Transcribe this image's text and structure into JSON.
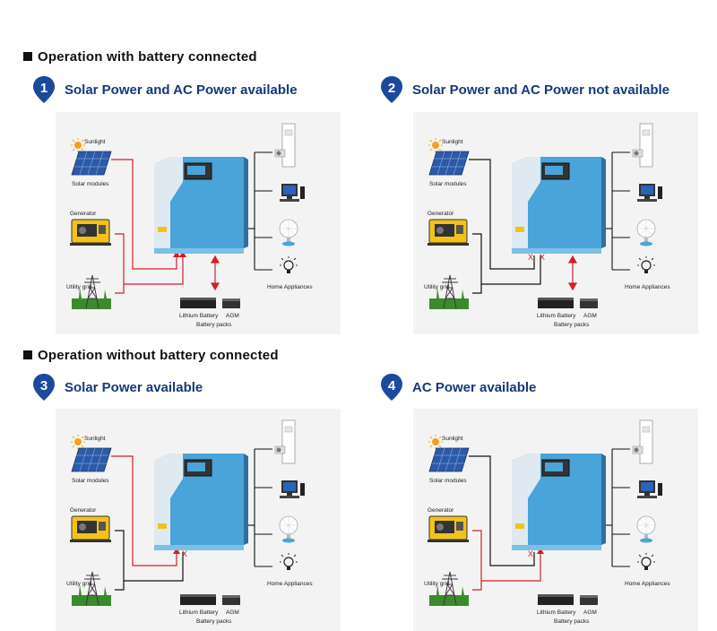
{
  "sections": {
    "with_battery": "Operation with battery connected",
    "without_battery": "Operation without battery connected"
  },
  "cases": [
    {
      "number": "1",
      "title": "Solar Power and AC Power available"
    },
    {
      "number": "2",
      "title": "Solar Power and AC Power not available"
    },
    {
      "number": "3",
      "title": "Solar Power available"
    },
    {
      "number": "4",
      "title": "AC Power available"
    }
  ],
  "labels": {
    "sunlight": "Sunlight",
    "solar_modules": "Solar modules",
    "generator": "Generator",
    "utility_grid": "Utility grid",
    "lithium_battery": "Lithium Battery",
    "agm": "AGM",
    "battery_packs": "Battery packs",
    "home_appliances": "Home Appliances",
    "disconnect_mark": "X"
  },
  "colors": {
    "heading_blue": "#17387a",
    "pin_blue": "#1b4a9c",
    "power_flow_red": "#d21f26",
    "inactive_line": "#111111",
    "inverter_blue": "#4aa3d9"
  },
  "icons": [
    "sun-icon",
    "solar-panel-icon",
    "generator-icon",
    "utility-tower-icon",
    "inverter-icon",
    "lithium-battery-icon",
    "agm-battery-icon",
    "air-conditioner-icon",
    "computer-icon",
    "fan-icon",
    "light-bulb-icon"
  ]
}
